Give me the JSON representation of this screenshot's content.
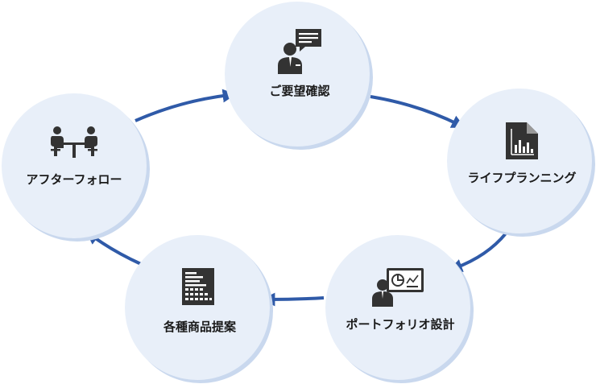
{
  "steps": [
    {
      "id": "consult",
      "label": "ご要望確認",
      "icon": "consultation-icon"
    },
    {
      "id": "planning",
      "label": "ライフプランニング",
      "icon": "chart-document-icon"
    },
    {
      "id": "portfolio",
      "label": "ポートフォリオ設計",
      "icon": "presentation-icon"
    },
    {
      "id": "products",
      "label": "各種商品提案",
      "icon": "product-list-icon"
    },
    {
      "id": "follow",
      "label": "アフターフォロー",
      "icon": "meeting-icon"
    }
  ],
  "colors": {
    "circle_fill": "#e8eff9",
    "circle_shadow": "#c9d8ee",
    "arrow": "#2f5aa8",
    "icon": "#333333"
  }
}
